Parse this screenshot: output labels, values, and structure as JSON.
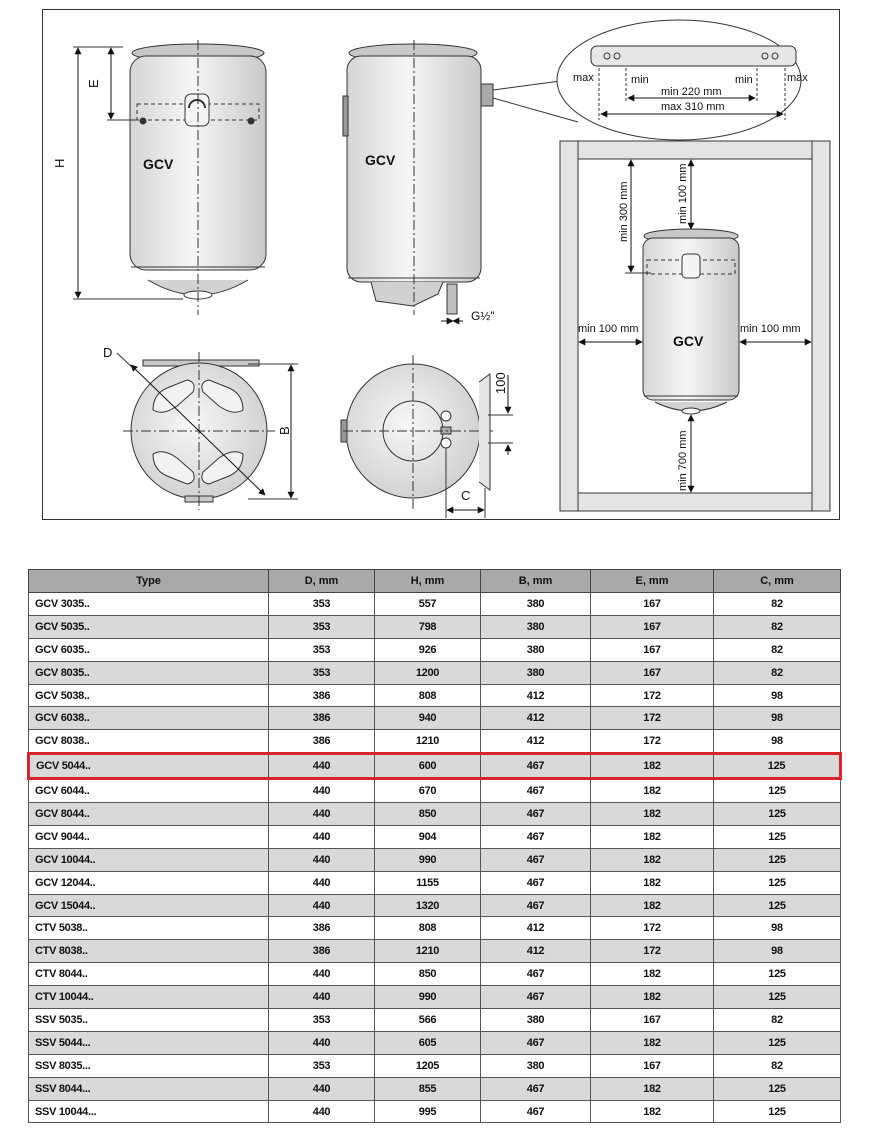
{
  "drawing": {
    "model_label": "GCV",
    "dim_letters": {
      "d": "D",
      "h": "H",
      "b": "B",
      "e": "E",
      "c": "C"
    },
    "fitting_label": "G½\"",
    "offset_label": "100",
    "bracket": {
      "max_left": "max",
      "min_left": "min",
      "min_right": "min",
      "max_right": "max",
      "min_distance": "min 220 mm",
      "max_distance": "max 310 mm"
    },
    "clearance": {
      "top_300": "min 300 mm",
      "top_100": "min 100 mm",
      "left": "min 100 mm",
      "right": "min 100 mm",
      "bottom": "min 700 mm"
    }
  },
  "table": {
    "headers": [
      "Type",
      "D, mm",
      "H, mm",
      "B, mm",
      "E, mm",
      "C, mm"
    ],
    "highlighted_type": "GCV 5044..",
    "highlight_color": "#d9242b",
    "rows": [
      [
        "GCV 3035..",
        "353",
        "557",
        "380",
        "167",
        "82"
      ],
      [
        "GCV 5035..",
        "353",
        "798",
        "380",
        "167",
        "82"
      ],
      [
        "GCV 6035..",
        "353",
        "926",
        "380",
        "167",
        "82"
      ],
      [
        "GCV 8035..",
        "353",
        "1200",
        "380",
        "167",
        "82"
      ],
      [
        "GCV 5038..",
        "386",
        "808",
        "412",
        "172",
        "98"
      ],
      [
        "GCV 6038..",
        "386",
        "940",
        "412",
        "172",
        "98"
      ],
      [
        "GCV 8038..",
        "386",
        "1210",
        "412",
        "172",
        "98"
      ],
      [
        "GCV 5044..",
        "440",
        "600",
        "467",
        "182",
        "125"
      ],
      [
        "GCV 6044..",
        "440",
        "670",
        "467",
        "182",
        "125"
      ],
      [
        "GCV 8044..",
        "440",
        "850",
        "467",
        "182",
        "125"
      ],
      [
        "GCV 9044..",
        "440",
        "904",
        "467",
        "182",
        "125"
      ],
      [
        "GCV 10044..",
        "440",
        "990",
        "467",
        "182",
        "125"
      ],
      [
        "GCV 12044..",
        "440",
        "1155",
        "467",
        "182",
        "125"
      ],
      [
        "GCV 15044..",
        "440",
        "1320",
        "467",
        "182",
        "125"
      ],
      [
        "CTV 5038..",
        "386",
        "808",
        "412",
        "172",
        "98"
      ],
      [
        "CTV 8038..",
        "386",
        "1210",
        "412",
        "172",
        "98"
      ],
      [
        "CTV 8044..",
        "440",
        "850",
        "467",
        "182",
        "125"
      ],
      [
        "CTV 10044..",
        "440",
        "990",
        "467",
        "182",
        "125"
      ],
      [
        "SSV 5035..",
        "353",
        "566",
        "380",
        "167",
        "82"
      ],
      [
        "SSV 5044...",
        "440",
        "605",
        "467",
        "182",
        "125"
      ],
      [
        "SSV 8035...",
        "353",
        "1205",
        "380",
        "167",
        "82"
      ],
      [
        "SSV 8044...",
        "440",
        "855",
        "467",
        "182",
        "125"
      ],
      [
        "SSV 10044...",
        "440",
        "995",
        "467",
        "182",
        "125"
      ]
    ]
  }
}
